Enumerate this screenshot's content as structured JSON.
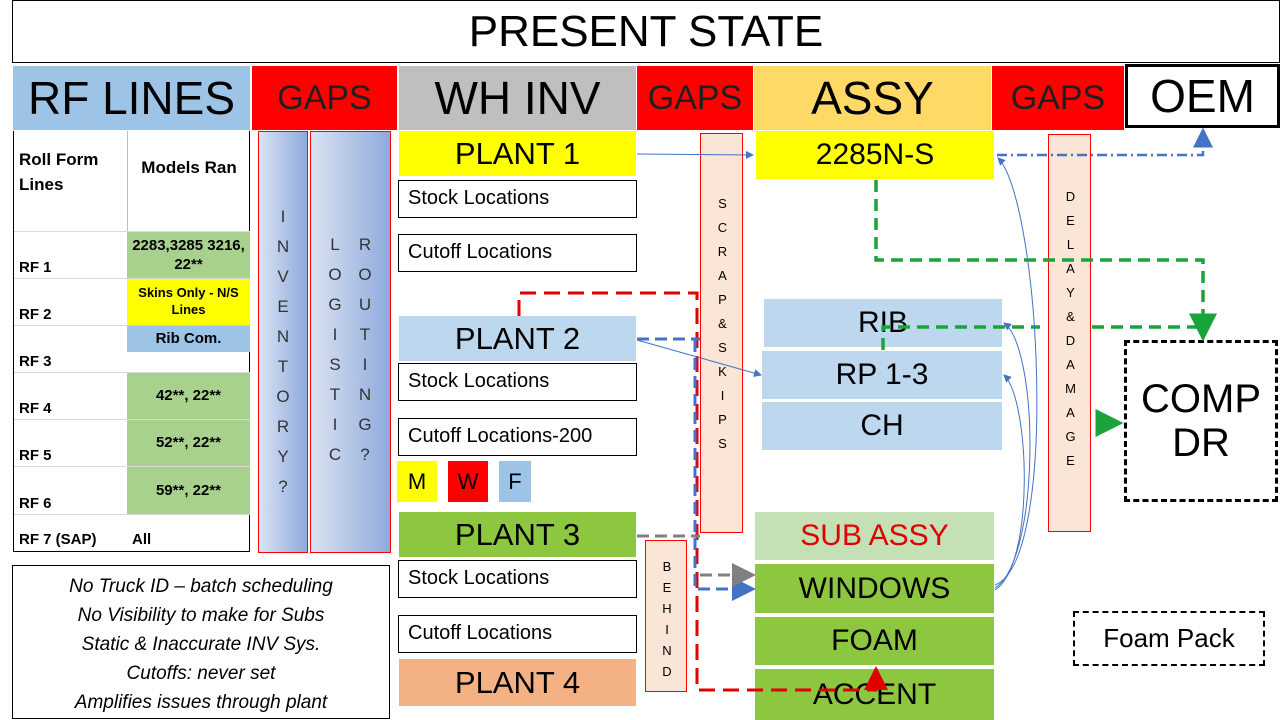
{
  "title": "PRESENT STATE",
  "headers": {
    "rf_lines": "RF LINES",
    "gaps1": "GAPS",
    "wh_inv": "WH INV",
    "gaps2": "GAPS",
    "assy": "ASSY",
    "gaps3": "GAPS",
    "oem": "OEM"
  },
  "rf_table": {
    "col1_header": "Roll Form Lines",
    "col2_header": "Models Ran",
    "rows": [
      {
        "line": "RF 1",
        "models": "2283,3285 3216, 22**"
      },
      {
        "line": "RF 2",
        "models": "Skins Only - N/S Lines"
      },
      {
        "line": "RF 3",
        "models": "Rib Com."
      },
      {
        "line": "RF 4",
        "models": "42**, 22**"
      },
      {
        "line": "RF 5",
        "models": "52**, 22**"
      },
      {
        "line": "RF 6",
        "models": "59**, 22**"
      },
      {
        "line": "RF 7 (SAP)",
        "models": "All"
      }
    ]
  },
  "gaps_bars": {
    "inventory": "INVENTORY?",
    "logistic": "LOGISTIC",
    "routing": "ROUTING?"
  },
  "plants": {
    "plant1": {
      "name": "PLANT 1",
      "stock": "Stock Locations",
      "cutoff": "Cutoff Locations"
    },
    "plant2": {
      "name": "PLANT 2",
      "stock": "Stock Locations",
      "cutoff": "Cutoff Locations-200"
    },
    "plant3": {
      "name": "PLANT 3",
      "stock": "Stock Locations",
      "cutoff": "Cutoff Locations"
    },
    "plant4": {
      "name": "PLANT 4"
    }
  },
  "legend": {
    "m": "M",
    "w": "W",
    "f": "F"
  },
  "scrap_bar": "SCRAP&SKIPS",
  "behind_bar": "BEHIND",
  "delay_bar": "DELAY&DAMAGE",
  "assy": {
    "top": "2285N-S",
    "rib": "RIB",
    "rp": "RP 1-3",
    "ch": "CH",
    "sub_assy": "SUB ASSY",
    "windows": "WINDOWS",
    "foam": "FOAM",
    "accent": "ACCENT"
  },
  "comp_dr": [
    "COMP",
    "DR"
  ],
  "foam_pack": "Foam Pack",
  "notes": [
    "No Truck ID – batch scheduling",
    "No Visibility to make for Subs",
    "Static & Inaccurate INV Sys.",
    "Cutoffs: never set",
    "Amplifies issues through plant"
  ],
  "colors": {
    "rf_header": "#9dc3e6",
    "gaps": "#ff0000",
    "wh_inv": "#bfbfbf",
    "assy": "#ffd966",
    "plant1": "#ffff00",
    "plant2": "#bdd7ee",
    "plant3": "#8dc63f",
    "plant4": "#f4b183",
    "green_row": "#a9d18e",
    "blue_bar": "#8faadc",
    "orange_bar": "#fbe5d6"
  }
}
